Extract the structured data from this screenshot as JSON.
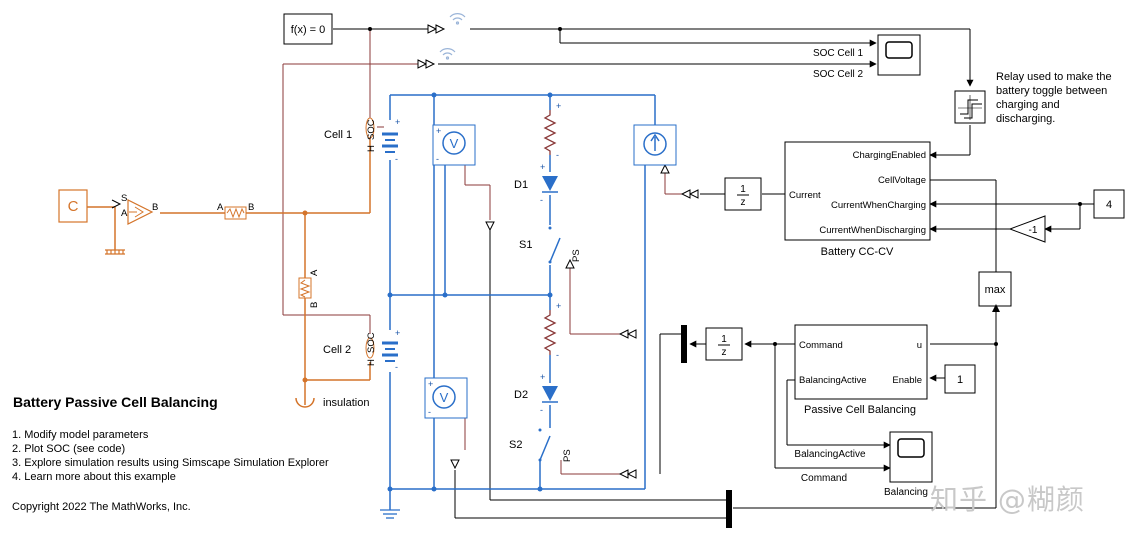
{
  "model": {
    "title": "Battery Passive Cell Balancing",
    "steps": [
      "1. Modify model parameters",
      "2. Plot SOC (see code)",
      "3. Explore simulation results using Simscape Simulation Explorer",
      "4. Learn more about this example"
    ],
    "copyright": "Copyright 2022 The MathWorks, Inc.",
    "relay_note": "Relay used to make the battery toggle between charging and discharging.",
    "watermark": "知乎 @糊颜"
  },
  "blocks": {
    "fx": "f(x) = 0",
    "soc1": "SOC Cell 1",
    "soc2": "SOC Cell 2",
    "cell1": "Cell 1",
    "cell2": "Cell 2",
    "d1": "D1",
    "d2": "D2",
    "s1": "S1",
    "s2": "S2",
    "insulation": "insulation",
    "source": "C",
    "max": "max",
    "const4": "4",
    "const1": "1",
    "gain": "-1",
    "delay_num": "1",
    "delay_den": "z",
    "ccv": {
      "name": "Battery CC-CV",
      "in": "Current",
      "out": [
        "ChargingEnabled",
        "CellVoltage",
        "CurrentWhenCharging",
        "CurrentWhenDischarging"
      ]
    },
    "pcb": {
      "name": "Passive Cell Balancing",
      "in": [
        "Command",
        "BalancingActive"
      ],
      "out": [
        "u",
        "Enable"
      ]
    },
    "scope_lbl_active": "BalancingActive",
    "scope_lbl_command": "Command",
    "scope_name": "Balancing",
    "ports": {
      "s": "S",
      "a": "A",
      "b": "B",
      "h": "H",
      "soc": "SOC",
      "ps": "PS",
      "plus": "+",
      "minus": "-",
      "v": "V"
    }
  },
  "colors": {
    "electrical": "#2a6fc9",
    "thermal": "#d4742a",
    "ps": "#8b3a3a",
    "signal": "#000000",
    "diode_fill": "#2a6fc9"
  }
}
